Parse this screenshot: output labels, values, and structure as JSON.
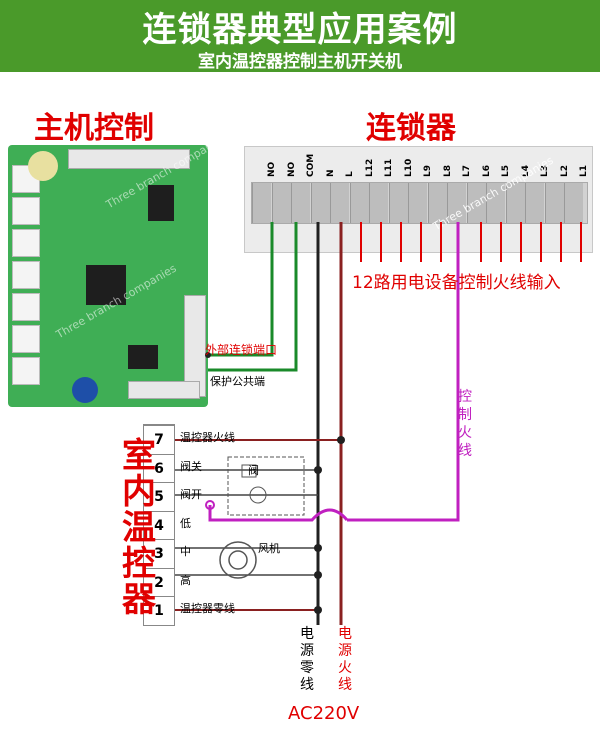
{
  "header": {
    "title": "连锁器典型应用案例",
    "subtitle": "室内温控器控制主机开关机"
  },
  "host_label": "主机控制",
  "interlock_label": "连锁器",
  "interlock_pins": [
    "NO",
    "NO",
    "COM",
    "N",
    "L",
    "L12",
    "L11",
    "L10",
    "L9",
    "L8",
    "L7",
    "L6",
    "L5",
    "L4",
    "L3",
    "L2",
    "L1"
  ],
  "labels": {
    "input_12": "12路用电设备控制火线输入",
    "ext_port": "外部连锁端口",
    "protect_common": "保护公共端",
    "control_live": "控制火线",
    "thermostat": "室内温控器",
    "power_neutral": "电源零线",
    "power_live": "电源火线",
    "ac": "AC220V"
  },
  "thermostat_terminals": [
    {
      "num": "7",
      "label": "温控器火线"
    },
    {
      "num": "6",
      "label": "阀关"
    },
    {
      "num": "5",
      "label": "阀开"
    },
    {
      "num": "4",
      "label": "低"
    },
    {
      "num": "3",
      "label": "中"
    },
    {
      "num": "2",
      "label": "高"
    },
    {
      "num": "1",
      "label": "温控器零线"
    }
  ],
  "inner": {
    "valve": "阀",
    "fan": "风机"
  },
  "watermark": "Three branch companies",
  "colors": {
    "banner": "#4a9a2a",
    "red": "#e00000",
    "green_wire": "#1a8a2a",
    "purple_wire": "#c020c0",
    "dark_wire": "#202020",
    "brown_wire": "#8a2020"
  }
}
